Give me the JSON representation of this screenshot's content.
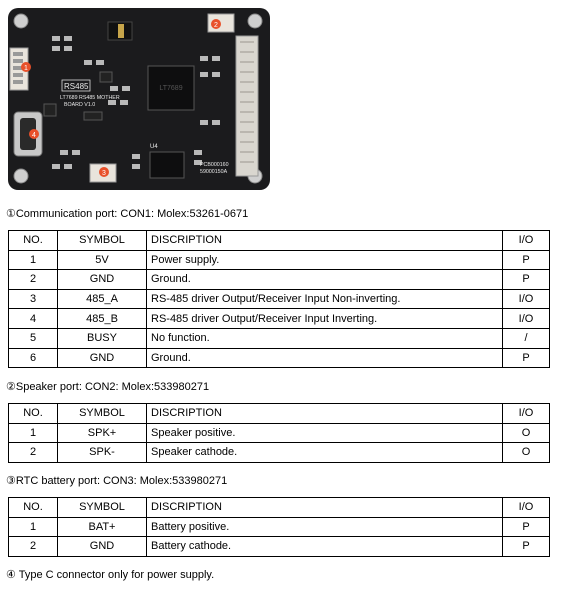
{
  "board": {
    "labels": {
      "rs485": "RS485",
      "board_name_1": "LT7689 RS485 MOTHER",
      "board_name_2": "BOARD V1.0",
      "pcb_code_1": "PCB000160",
      "pcb_code_2": "59000150A",
      "chip_mark": "LT7689",
      "u4": "U4"
    },
    "markers": [
      "1",
      "2",
      "3",
      "4"
    ],
    "colors": {
      "pcb": "#1b1b1d",
      "marker": "#e8502a",
      "connector": "#e9e4dc"
    }
  },
  "sections": [
    {
      "caption": "①Communication port: CON1: Molex:53261-0671",
      "headers": [
        "NO.",
        "SYMBOL",
        "DISCRIPTION",
        "I/O"
      ],
      "rows": [
        [
          "1",
          "5V",
          "Power supply.",
          "P"
        ],
        [
          "2",
          "GND",
          "Ground.",
          "P"
        ],
        [
          "3",
          "485_A",
          "RS-485 driver Output/Receiver Input Non-inverting.",
          "I/O"
        ],
        [
          "4",
          "485_B",
          "RS-485 driver Output/Receiver Input Inverting.",
          "I/O"
        ],
        [
          "5",
          "BUSY",
          "No function.",
          "/"
        ],
        [
          "6",
          "GND",
          "Ground.",
          "P"
        ]
      ]
    },
    {
      "caption": "②Speaker port: CON2: Molex:533980271",
      "headers": [
        "NO.",
        "SYMBOL",
        "DISCRIPTION",
        "I/O"
      ],
      "rows": [
        [
          "1",
          "SPK+",
          "Speaker positive.",
          "O"
        ],
        [
          "2",
          "SPK-",
          "Speaker cathode.",
          "O"
        ]
      ]
    },
    {
      "caption": "③RTC battery port: CON3: Molex:533980271",
      "headers": [
        "NO.",
        "SYMBOL",
        "DISCRIPTION",
        "I/O"
      ],
      "rows": [
        [
          "1",
          "BAT+",
          "Battery positive.",
          "P"
        ],
        [
          "2",
          "GND",
          "Battery cathode.",
          "P"
        ]
      ]
    }
  ],
  "footnote": "④ Type C connector only for power supply."
}
